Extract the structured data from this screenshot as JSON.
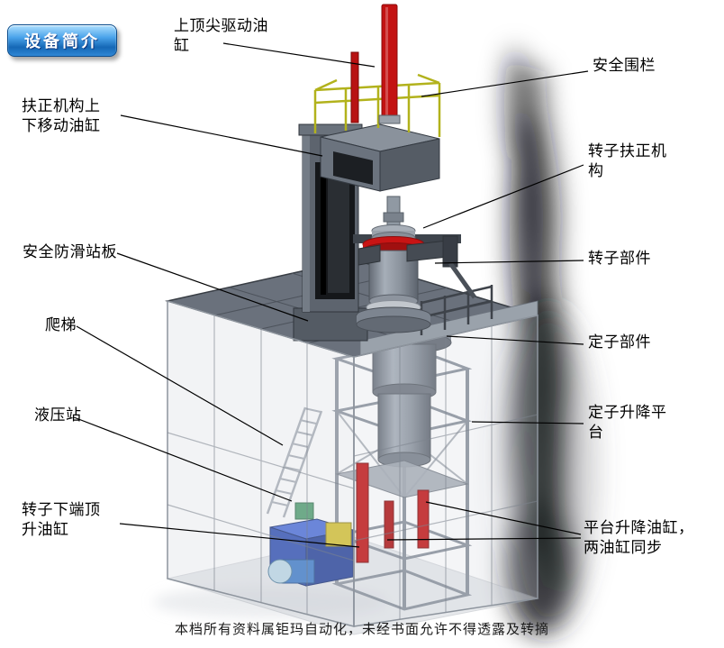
{
  "badge": {
    "label": "设备简介"
  },
  "annotations": {
    "top_tip_drive_cylinder": "上顶尖驱动油\n缸",
    "safety_fence": "安全围栏",
    "centering_mech_updown_cylinder": "扶正机构上\n下移动油缸",
    "rotor_centering_mechanism": "转子扶正机\n构",
    "safety_antislip_platform": "安全防滑站板",
    "rotor_component": "转子部件",
    "ladder": "爬梯",
    "stator_component": "定子部件",
    "hydraulic_station": "液压站",
    "stator_lifting_platform": "定子升降平\n台",
    "rotor_bottom_jacking_cylinder": "转子下端顶\n升油缸",
    "platform_lifting_cylinders": "平台升降油缸，\n两油缸同步"
  },
  "footer": {
    "text": "本档所有资料属钜玛自动化，未经书面允许不得透露及转摘"
  },
  "colors": {
    "badge_blue": "#1f7fd0",
    "cylinder_red": "#c31212",
    "railing_yellow": "#b2b21c",
    "hydraulic_blue": "#2a52c8",
    "deck_gray": "#6a717c"
  }
}
